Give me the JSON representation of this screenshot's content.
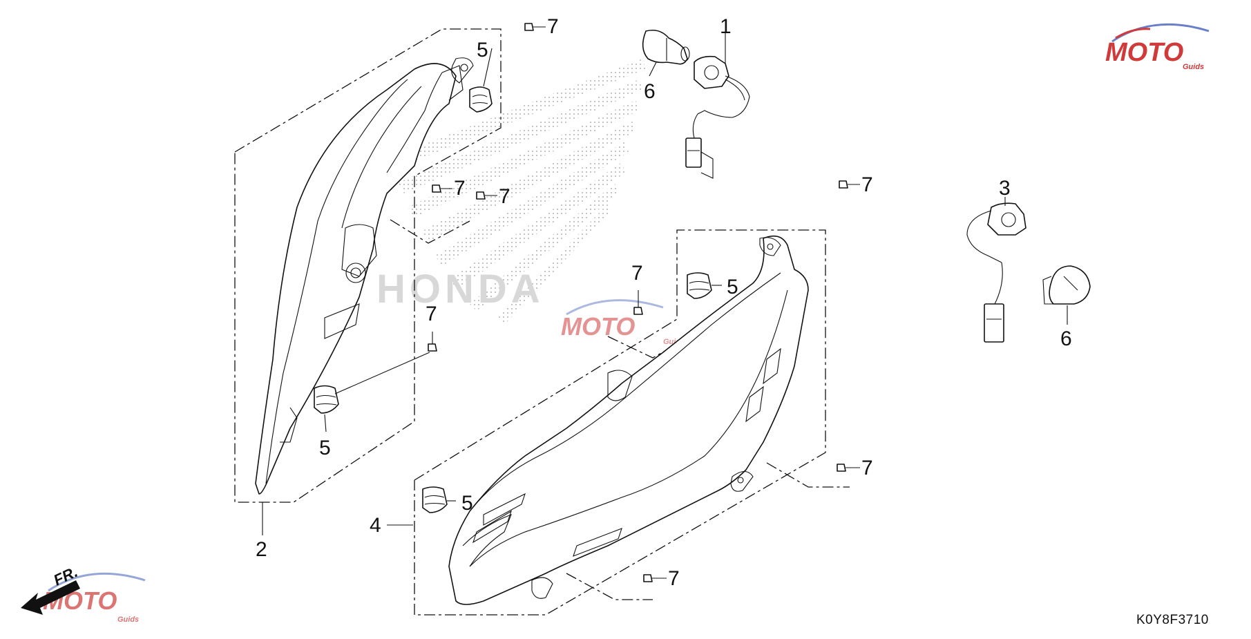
{
  "diagram": {
    "part_code": "K0Y8F3710",
    "direction_label": "FR.",
    "callouts": {
      "c1": "1",
      "c2": "2",
      "c3": "3",
      "c4": "4",
      "c5a": "5",
      "c5b": "5",
      "c5c": "5",
      "c5d": "5",
      "c6a": "6",
      "c6b": "6",
      "c7a": "7",
      "c7b": "7",
      "c7c": "7",
      "c7d": "7",
      "c7e": "7",
      "c7f": "7",
      "c7g": "7",
      "c7h": "7"
    }
  },
  "watermarks": {
    "brand": "HONDA",
    "logo_main": "MOTO",
    "logo_sub": "Guids"
  },
  "colors": {
    "line": "#111111",
    "logo_red": "#d03a3a",
    "logo_blue": "#6a7fc8",
    "watermark": "#d8d8d8"
  }
}
